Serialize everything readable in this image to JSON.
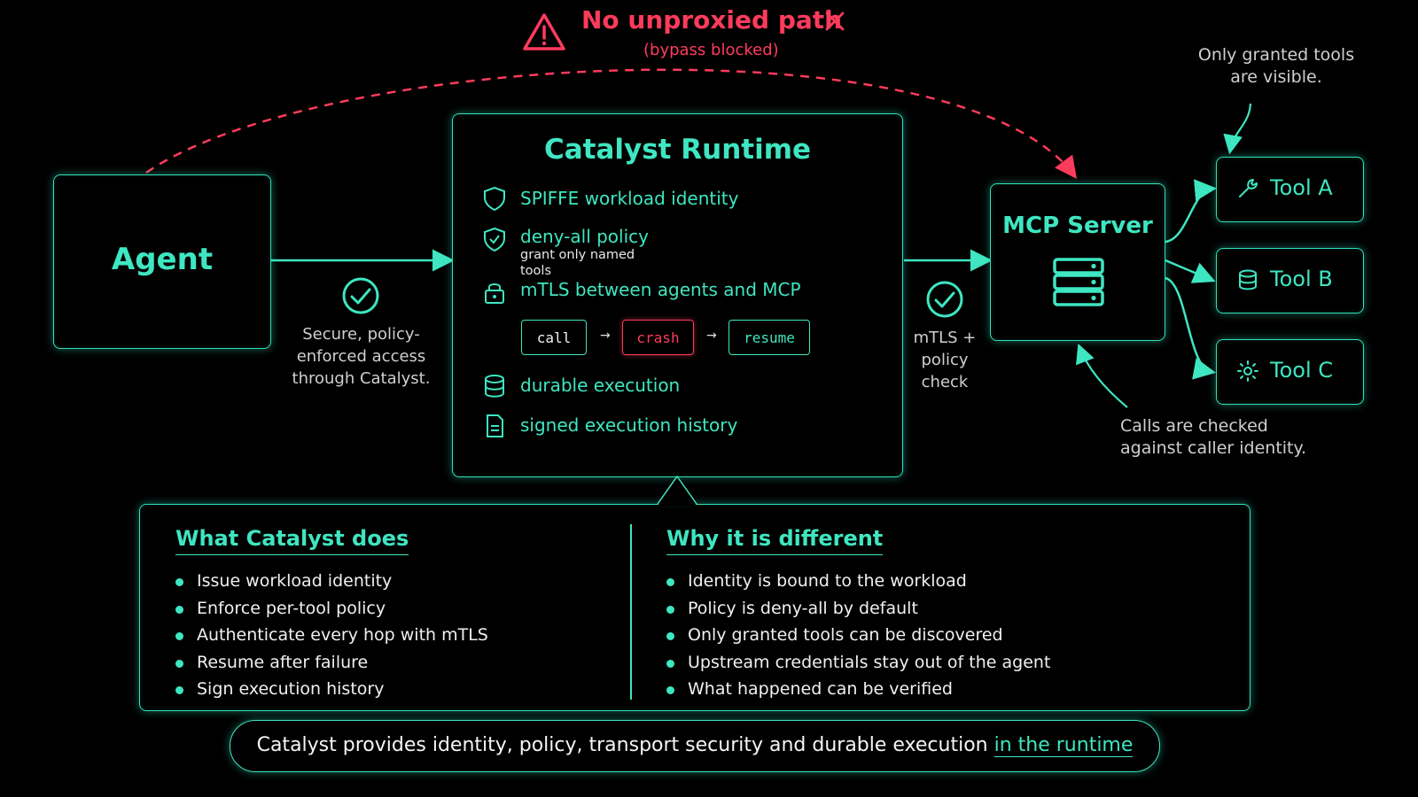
{
  "warning": {
    "title": "No unproxied path",
    "subtitle": "(bypass blocked)",
    "color": "#ff3b5c"
  },
  "agent": {
    "label": "Agent"
  },
  "agent_edge": {
    "caption": [
      "Secure, policy-",
      "enforced access",
      "through Catalyst."
    ]
  },
  "runtime": {
    "title": "Catalyst Runtime",
    "features": [
      {
        "icon": "shield-icon",
        "label": "SPIFFE workload identity"
      },
      {
        "icon": "shield-check-icon",
        "label": "deny-all policy",
        "sub": [
          "grant only named",
          "tools"
        ]
      },
      {
        "icon": "lock-icon",
        "label": "mTLS between agents and MCP"
      },
      {
        "icon": "database-icon",
        "label": "durable execution"
      },
      {
        "icon": "document-icon",
        "label": "signed execution history"
      }
    ],
    "flow": {
      "call": "call",
      "arrow1": "→",
      "crash": "crash",
      "arrow2": "→",
      "resume": "resume"
    }
  },
  "mcp_edge": {
    "caption": [
      "mTLS +",
      "policy",
      "check"
    ]
  },
  "mcp": {
    "title": "MCP Server",
    "icon": "server-icon"
  },
  "tools": [
    {
      "label": "Tool A",
      "icon": "wrench-icon"
    },
    {
      "label": "Tool B",
      "icon": "database-icon"
    },
    {
      "label": "Tool C",
      "icon": "gear-icon"
    }
  ],
  "annotations": {
    "tools_note": [
      "Only granted tools",
      "are visible."
    ],
    "calls_note": [
      "Calls are checked",
      "against caller identity."
    ]
  },
  "info": {
    "left": {
      "title": "What Catalyst does",
      "items": [
        "Issue workload identity",
        "Enforce per-tool policy",
        "Authenticate every hop with mTLS",
        "Resume after failure",
        "Sign execution history"
      ]
    },
    "right": {
      "title": "Why it is different",
      "items": [
        "Identity is bound to the workload",
        "Policy is deny-all by default",
        "Only granted tools can be discovered",
        "Upstream credentials stay out of the agent",
        "What happened can be verified"
      ]
    }
  },
  "footer": {
    "text": "Catalyst provides identity, policy, transport security and durable execution ",
    "highlight": "in the runtime"
  },
  "colors": {
    "accent": "#3ee6c1",
    "danger": "#ff3b5c",
    "background": "#000000"
  }
}
